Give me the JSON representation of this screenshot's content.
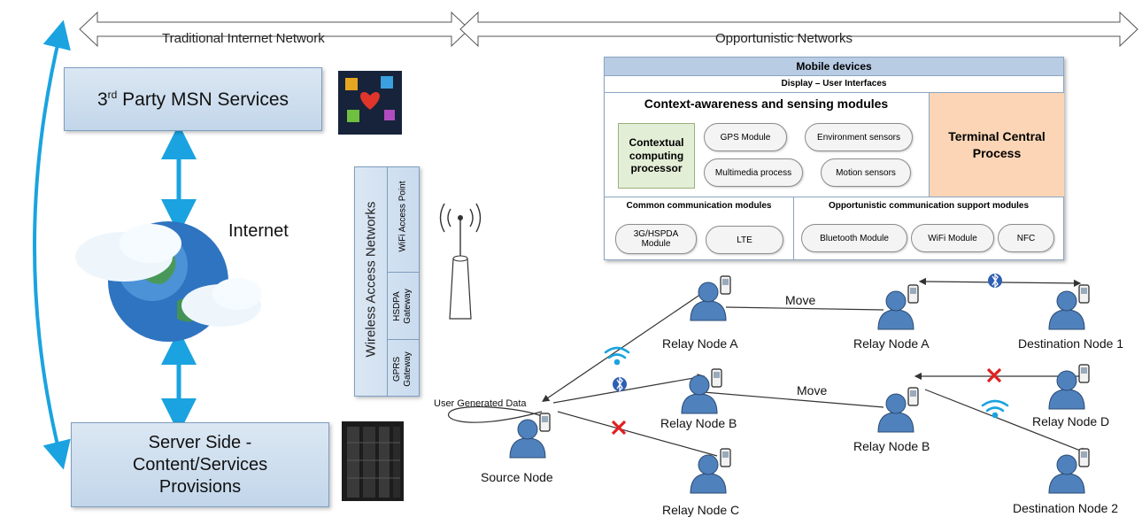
{
  "header": {
    "traditional_label": "Traditional Internet Network",
    "opportunistic_label": "Opportunistic Networks"
  },
  "left": {
    "msn_services": "Party MSN Services",
    "msn_prefix": "3",
    "msn_sup": "rd",
    "internet_label": "Internet",
    "server_side": "Server Side -\nContent/Services\nProvisions"
  },
  "access": {
    "title": "Wireless Access Networks",
    "wifi": "WiFi Access Point",
    "hsdpa": "HSDPA\nGateway",
    "gprs": "GPRS\nGateway"
  },
  "mobile": {
    "title": "Mobile devices",
    "display": "Display  –  User Interfaces",
    "context_title": "Context-awareness and sensing modules",
    "contextual": "Contextual\ncomputing\nprocessor",
    "gps": "GPS Module",
    "env": "Environment sensors",
    "multimedia": "Multimedia process",
    "motion": "Motion sensors",
    "terminal": "Terminal Central\nProcess",
    "common_title": "Common communication modules",
    "opp_title": "Opportunistic communication support modules",
    "m3g": "3G/HSPDA\nModule",
    "lte": "LTE",
    "bt": "Bluetooth Module",
    "wifi": "WiFi Module",
    "nfc": "NFC"
  },
  "nodes": {
    "relay_a1": "Relay Node A",
    "relay_a2": "Relay Node A",
    "dest1": "Destination Node 1",
    "relay_b1": "Relay Node B",
    "relay_b2": "Relay Node B",
    "relay_d": "Relay Node D",
    "source": "Source Node",
    "relay_c": "Relay Node C",
    "dest2": "Destination Node 2",
    "move1": "Move",
    "move2": "Move",
    "user_generated": "User Generated Data"
  },
  "colors": {
    "accent_blue": "#1aa3e0",
    "box_fill": "#c9dbee",
    "mobile_header": "#b8cce4",
    "terminal": "#fbd5b5",
    "contextual": "#e3eed6",
    "red_x": "#e02020",
    "person": "#4f81bd"
  }
}
